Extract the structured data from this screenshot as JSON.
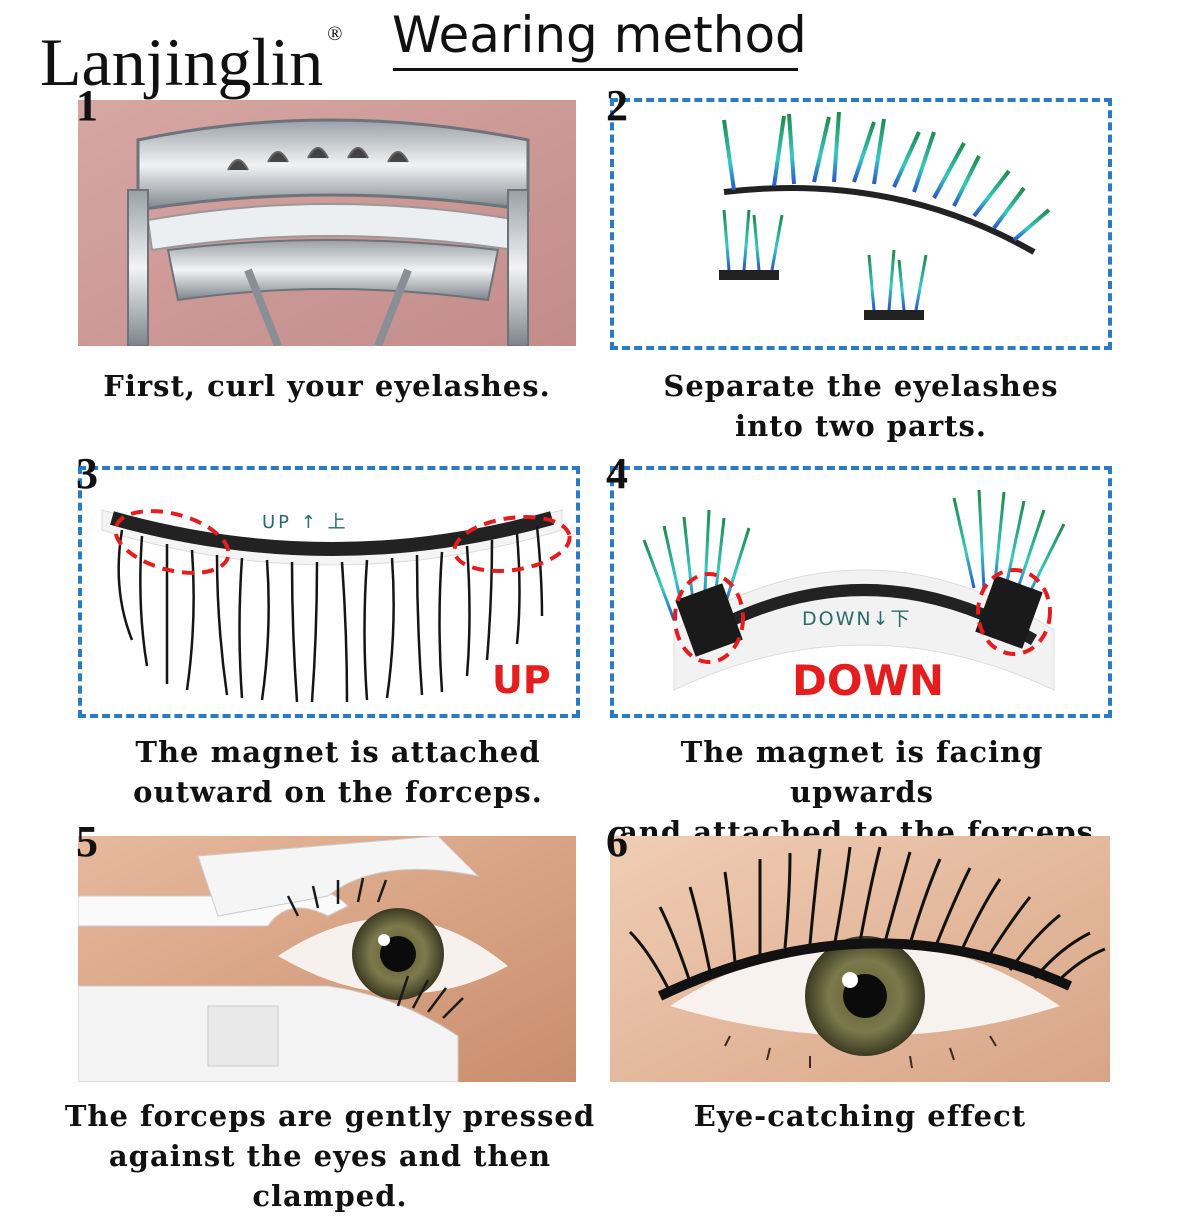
{
  "brand": {
    "name": "Lanjinglin",
    "registered": "®"
  },
  "title": "Wearing method",
  "steps": [
    {
      "number": "1",
      "caption_lines": [
        "First, curl your eyelashes."
      ]
    },
    {
      "number": "2",
      "caption_lines": [
        "Separate the eyelashes",
        "into two parts."
      ]
    },
    {
      "number": "3",
      "caption_lines": [
        "The magnet is attached",
        "outward on the forceps."
      ],
      "photo_text": "UP ↑ 上",
      "badge": "UP"
    },
    {
      "number": "4",
      "caption_lines": [
        "The magnet is facing upwards",
        "and attached to the forceps."
      ],
      "photo_text": "DOWN↓下",
      "badge": "DOWN"
    },
    {
      "number": "5",
      "caption_lines": [
        "The forceps are gently pressed",
        "against the eyes and then clamped."
      ]
    },
    {
      "number": "6",
      "caption_lines": [
        "Eye-catching effect"
      ]
    }
  ],
  "colors": {
    "frame": "#2a7bc4",
    "highlight": "#e41e1e",
    "text": "#111111"
  }
}
